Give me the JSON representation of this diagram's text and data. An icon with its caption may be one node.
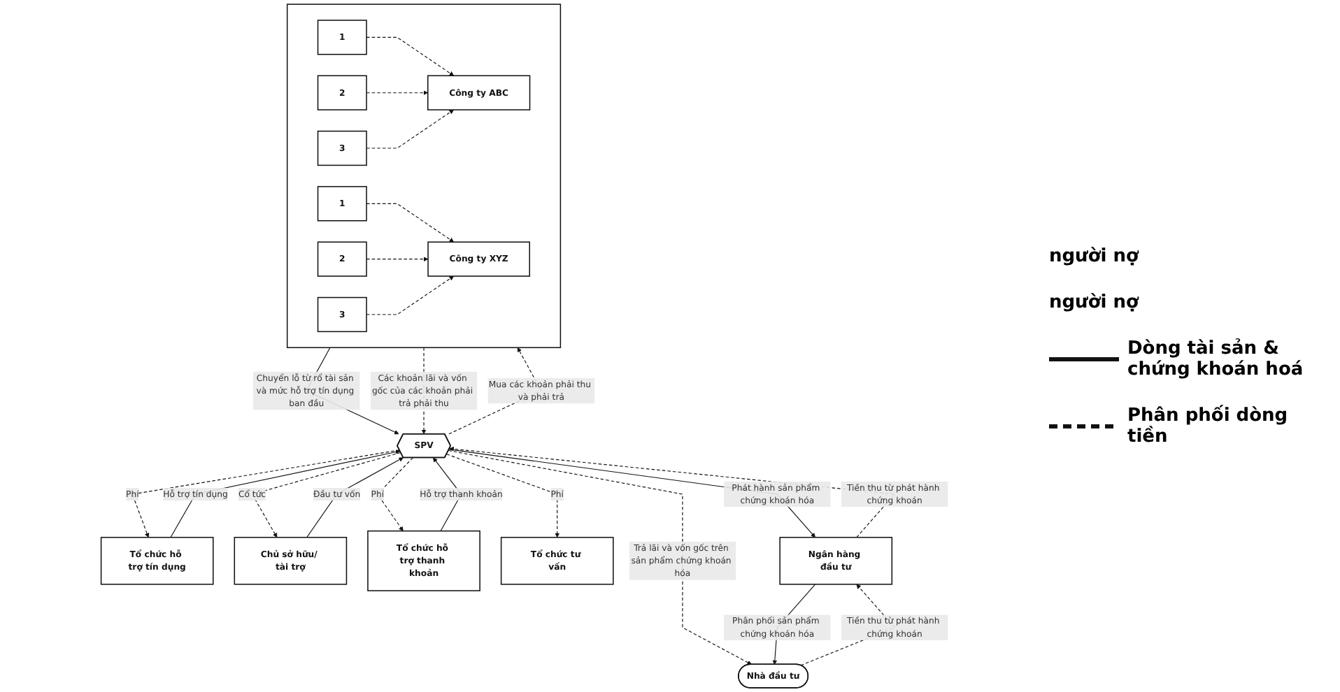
{
  "diagram": {
    "nodes": [
      {
        "text": [],
        "shape": "box"
      },
      {
        "text": [
          "Công ty ABC"
        ],
        "in": 0
      },
      {
        "text": [
          "1"
        ],
        "in": 0
      },
      {
        "text": [
          "2"
        ],
        "in": 0
      },
      {
        "text": [
          "3"
        ],
        "in": 0
      },
      {
        "text": [
          "Công ty XYZ"
        ],
        "in": 0
      },
      {
        "text": [
          "1"
        ],
        "in": 0
      },
      {
        "text": [
          "2"
        ],
        "in": 0
      },
      {
        "text": [
          "3"
        ],
        "in": 0
      },
      {
        "text": [
          "Tổ chức hỗ trợ tín dụng"
        ]
      },
      {
        "text": [
          "SPV"
        ]
      },
      {
        "text": [
          "Chủ sở hữu/ tài trợ"
        ]
      },
      {
        "text": [
          "Tổ chức hỗ trợ thanh khoản"
        ]
      },
      {
        "text": [
          "Tổ chức tư vấn"
        ]
      },
      {
        "text": [
          "Ngân hàng đầu tư"
        ]
      },
      {
        "text": [
          "Nhà đầu tư"
        ]
      }
    ],
    "edges": [
      {
        "from": 2,
        "to": 1,
        "arrow": "to",
        "style": "dashed"
      },
      {
        "from": 3,
        "to": 1,
        "arrow": "to",
        "style": "dashed"
      },
      {
        "from": 4,
        "to": 1,
        "arrow": "to",
        "style": "dashed"
      },
      {
        "from": 6,
        "to": 5,
        "arrow": "to",
        "style": "dashed"
      },
      {
        "from": 7,
        "to": 5,
        "arrow": "to",
        "style": "dashed"
      },
      {
        "from": 8,
        "to": 5,
        "arrow": "to",
        "style": "dashed"
      },
      {
        "from": 0,
        "to": 10,
        "arrow": "to",
        "label": "Chuyển lỗ từ rổ tài sản và mức hỗ trợ tín dụng ban đầu"
      },
      {
        "from": 10,
        "to": 0,
        "arrow": "to",
        "style": "dashed",
        "label": "Mua các khoản phải thu và phải trả"
      },
      {
        "from": 0,
        "to": 10,
        "arrow": "to",
        "style": "dashed",
        "label": "Các khoản lãi và vốn gốc của các khoản phải trả phải thu"
      },
      {
        "from": 9,
        "to": 10,
        "arrow": "to",
        "label": "Hỗ trợ tín dụng"
      },
      {
        "from": 10,
        "to": 9,
        "arrow": "to",
        "style": "dashed",
        "label": "Phí"
      },
      {
        "from": 11,
        "to": 10,
        "arrow": "to",
        "label": "Đầu tư vốn"
      },
      {
        "from": 10,
        "to": 11,
        "arrow": "to",
        "style": "dashed",
        "label": "Cổ tức"
      },
      {
        "from": 12,
        "to": 10,
        "arrow": "to",
        "label": "Hỗ trợ thanh khoản"
      },
      {
        "from": 10,
        "to": 12,
        "arrow": "to",
        "style": "dashed",
        "label": "Phí"
      },
      {
        "from": 10,
        "to": 13,
        "arrow": "to",
        "style": "dashed",
        "label": "Phí"
      },
      {
        "from": 10,
        "to": 14,
        "arrow": "to",
        "label": "Phát hành sản phẩm chứng khoán hóa"
      },
      {
        "from": 14,
        "to": 10,
        "arrow": "to",
        "style": "dashed",
        "label": "Tiền thu từ phát hành chứng khoán"
      },
      {
        "from": 10,
        "to": 15,
        "arrow": "to",
        "style": "dashed",
        "label": "Trả lãi và vốn gốc trên sản phẩm chứng khoán hóa"
      },
      {
        "from": 14,
        "to": 15,
        "arrow": "to",
        "label": "Phân phối sản phẩm chứng khoán hóa"
      },
      {
        "from": 15,
        "to": 14,
        "arrow": "to",
        "style": "dashed",
        "label": "Tiền thu từ phát hành chứng khoán"
      }
    ],
    "labels": [
      "người nợ",
      "người nợ"
    ],
    "legend": [
      {
        "text": "Dòng tài sản & chứng khoán hoá"
      },
      {
        "text": "Phân phối dòng tiền"
      }
    ]
  }
}
